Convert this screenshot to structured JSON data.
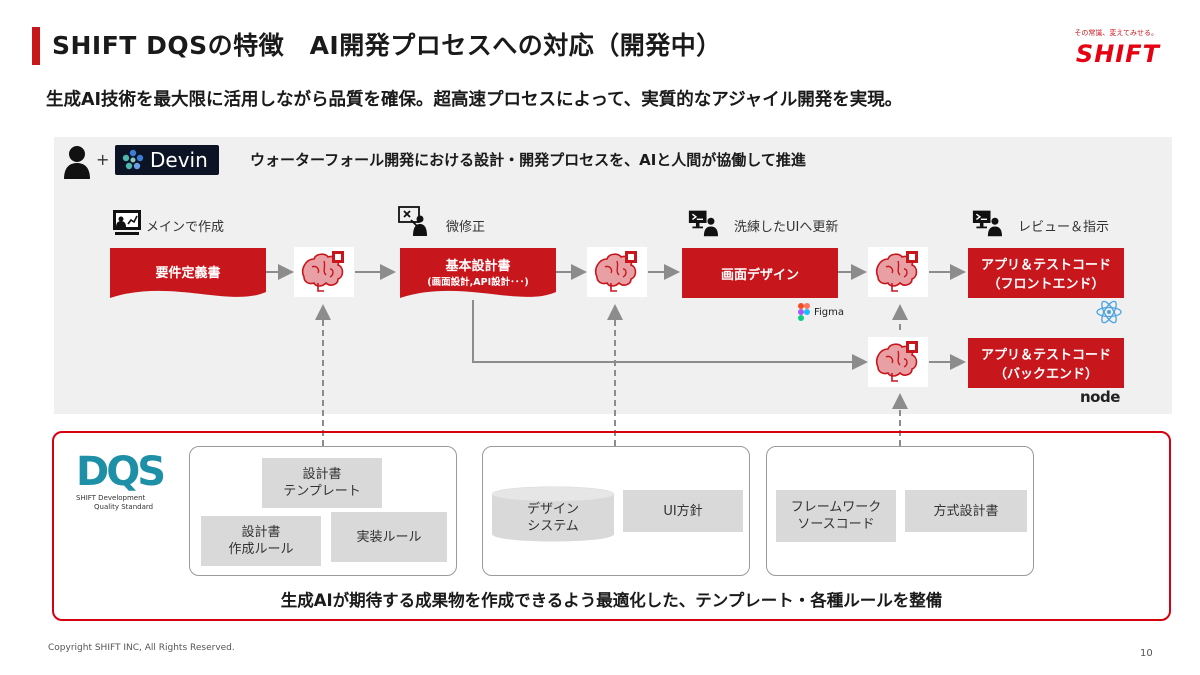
{
  "header": {
    "title": "SHIFT DQSの特徴　AI開発プロセスへの対応（開発中）",
    "logo_slogan": "その常識、変えてみせる。",
    "logo_text": "SHIFT"
  },
  "subtitle": "生成AI技術を最大限に活用しながら品質を確保。超高速プロセスによって、実質的なアジャイル開発を実現。",
  "panel": {
    "plus": "+",
    "devin_label": "Devin",
    "heading": "ウォーターフォール開発における設計・開発プロセスを、AIと人間が協働して推進"
  },
  "steps": [
    {
      "icon": "presentation-icon",
      "label": "メインで作成",
      "box": "要件定義書",
      "box_sub": ""
    },
    {
      "icon": "whiteboard-edit-icon",
      "label": "微修正",
      "box": "基本設計書",
      "box_sub": "(画面設計,API設計･･･)"
    },
    {
      "icon": "computer-user-icon",
      "label": "洗練したUIへ更新",
      "box": "画面デザイン",
      "box_sub": ""
    },
    {
      "icon": "computer-user-icon",
      "label": "レビュー＆指示",
      "box": "アプリ＆テストコード",
      "box_sub": "（フロントエンド）"
    }
  ],
  "backend_box": {
    "line1": "アプリ＆テストコード",
    "line2": "（バックエンド）"
  },
  "tools": {
    "figma": "Figma",
    "node": "node",
    "react": "react-icon"
  },
  "dqs": {
    "logo": "DQS",
    "sub1": "SHIFT Development",
    "sub2": "Quality Standard",
    "groups": [
      {
        "items": [
          {
            "line1": "設計書",
            "line2": "テンプレート"
          },
          {
            "line1": "設計書",
            "line2": "作成ルール"
          },
          {
            "line1": "実装ルール",
            "line2": ""
          }
        ]
      },
      {
        "items": [
          {
            "line1": "デザイン",
            "line2": "システム"
          },
          {
            "line1": "UI方針",
            "line2": ""
          }
        ]
      },
      {
        "items": [
          {
            "line1": "フレームワーク",
            "line2": "ソースコード"
          },
          {
            "line1": "方式設計書",
            "line2": ""
          }
        ]
      }
    ],
    "caption": "生成AIが期待する成果物を作成できるよう最適化した、テンプレート・各種ルールを整備"
  },
  "footer": {
    "copyright": "Copyright SHIFT INC, All Rights Reserved.",
    "page": "10"
  },
  "colors": {
    "accent_red": "#c8161d",
    "frame_red": "#d7000f",
    "panel_grey": "#f0f0f0",
    "doc_grey": "#d9d9d9"
  }
}
